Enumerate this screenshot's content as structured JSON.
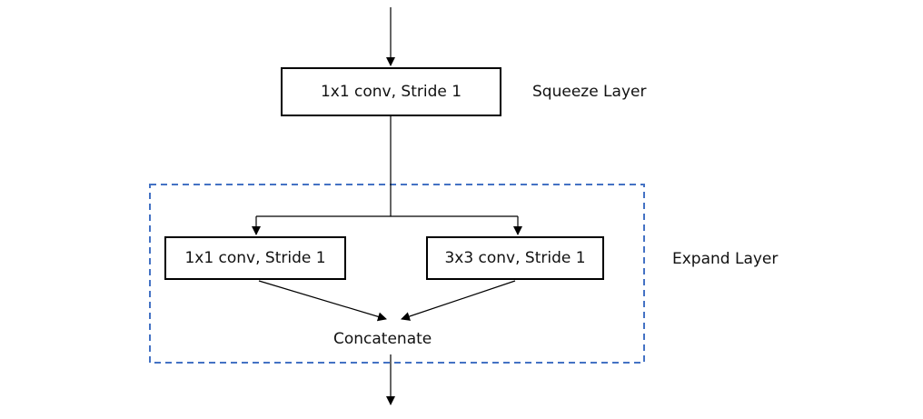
{
  "nodes": {
    "squeeze_conv": "1x1 conv, Stride 1",
    "expand_conv_1x1": "1x1 conv, Stride 1",
    "expand_conv_3x3": "3x3 conv, Stride 1"
  },
  "labels": {
    "squeeze_layer": "Squeeze Layer",
    "expand_layer": "Expand Layer",
    "concatenate": "Concatenate"
  },
  "colors": {
    "line": "#000000",
    "dashed_group_border": "#4472C4"
  }
}
